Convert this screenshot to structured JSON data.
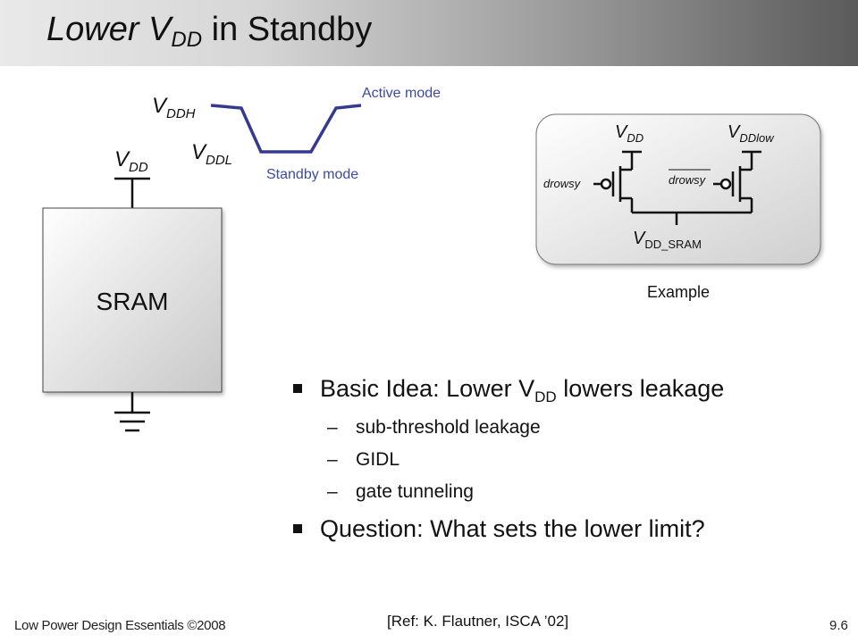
{
  "slide": {
    "title_main": "Lower V",
    "title_sub": "DD",
    "title_rest": " in Standby"
  },
  "waveform": {
    "vddh": "V",
    "vddh_sub": "DDH",
    "vddl": "V",
    "vddl_sub": "DDL",
    "active_label": "Active mode",
    "standby_label": "Standby mode",
    "line_color": "#333a8f",
    "label_color": "#3b4aa8"
  },
  "sram_block": {
    "vdd": "V",
    "vdd_sub": "DD",
    "label": "SRAM"
  },
  "example_circuit": {
    "vdd": "V",
    "vdd_sub": "DD",
    "vddlow": "V",
    "vddlow_sub": "DDlow",
    "vdd_sram": "V",
    "vdd_sram_sub": "DD_SRAM",
    "drowsy_left": "drowsy",
    "drowsy_right": "drowsy",
    "caption": "Example"
  },
  "bullets": {
    "main1_a": "Basic Idea: Lower V",
    "main1_sub": "DD",
    "main1_b": " lowers leakage",
    "subs": [
      "sub-threshold leakage",
      "GIDL",
      "gate tunneling"
    ],
    "main2": "Question: What sets the lower limit?"
  },
  "footer": {
    "left": "Low Power Design Essentials ©2008",
    "center": "[Ref: K. Flautner, ISCA ’02]",
    "right": "9.6"
  }
}
